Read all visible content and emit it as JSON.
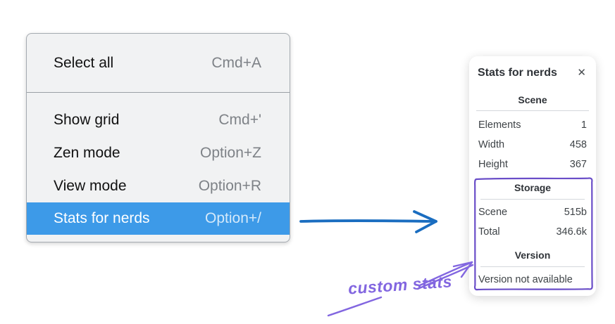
{
  "colors": {
    "menu-bg": "#f1f2f3",
    "menu-border": "#a5abb1",
    "menu-divider": "#9aa0a5",
    "menu-text": "#111111",
    "menu-shortcut": "#7e8287",
    "menu-highlight": "#3d9ae8",
    "menu-highlight-text": "#ffffff",
    "arrow-blue": "#1a6dc0",
    "annotation-purple": "#8266e0",
    "box-purple": "#6a4ec8",
    "panel-text": "#3e4347",
    "panel-title": "#2f3338",
    "panel-divider": "#d4d7dc"
  },
  "context_menu": {
    "groups": [
      {
        "items": [
          {
            "label": "Select all",
            "shortcut": "Cmd+A",
            "selected": false
          }
        ]
      },
      {
        "items": [
          {
            "label": "Show grid",
            "shortcut": "Cmd+'",
            "selected": false
          },
          {
            "label": "Zen mode",
            "shortcut": "Option+Z",
            "selected": false
          },
          {
            "label": "View mode",
            "shortcut": "Option+R",
            "selected": false
          },
          {
            "label": "Stats for nerds",
            "shortcut": "Option+/",
            "selected": true
          }
        ]
      }
    ]
  },
  "stats_panel": {
    "title": "Stats for nerds",
    "close_icon": "✕",
    "sections": [
      {
        "heading": "Scene",
        "highlighted": false,
        "rows": [
          {
            "label": "Elements",
            "value": "1"
          },
          {
            "label": "Width",
            "value": "458"
          },
          {
            "label": "Height",
            "value": "367"
          }
        ]
      },
      {
        "heading": "Storage",
        "highlighted": true,
        "rows": [
          {
            "label": "Scene",
            "value": "515b"
          },
          {
            "label": "Total",
            "value": "346.6k"
          }
        ]
      },
      {
        "heading": "Version",
        "highlighted": true,
        "rows": [],
        "note": "Version not available"
      }
    ]
  },
  "annotation": {
    "label": "custom stats"
  }
}
